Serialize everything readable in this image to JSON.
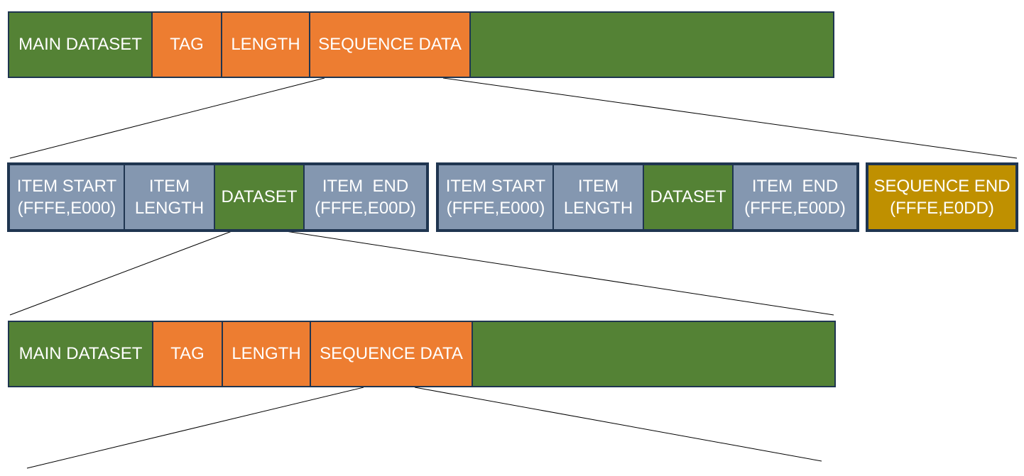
{
  "top_row": {
    "main_dataset": "MAIN DATASET",
    "tag": "TAG",
    "length": "LENGTH",
    "sequence_data": "SEQUENCE DATA"
  },
  "items": [
    {
      "item_start_line1": "ITEM START",
      "item_start_line2": "(FFFE,E000)",
      "item_length_line1": "ITEM",
      "item_length_line2": "LENGTH",
      "dataset": "DATASET",
      "item_end_line1": "ITEM  END",
      "item_end_line2": "(FFFE,E00D)"
    },
    {
      "item_start_line1": "ITEM START",
      "item_start_line2": "(FFFE,E000)",
      "item_length_line1": "ITEM",
      "item_length_line2": "LENGTH",
      "dataset": "DATASET",
      "item_end_line1": "ITEM  END",
      "item_end_line2": "(FFFE,E00D)"
    }
  ],
  "sequence_end": {
    "line1": "SEQUENCE END",
    "line2": "(FFFE,E0DD)"
  },
  "bottom_row": {
    "main_dataset": "MAIN DATASET",
    "tag": "TAG",
    "length": "LENGTH",
    "sequence_data": "SEQUENCE DATA"
  },
  "colors": {
    "dataset_green": "#548235",
    "element_orange": "#ed7d31",
    "item_blue": "#8497b0",
    "sequence_end_gold": "#bf9000",
    "border_navy": "#1f3550"
  }
}
